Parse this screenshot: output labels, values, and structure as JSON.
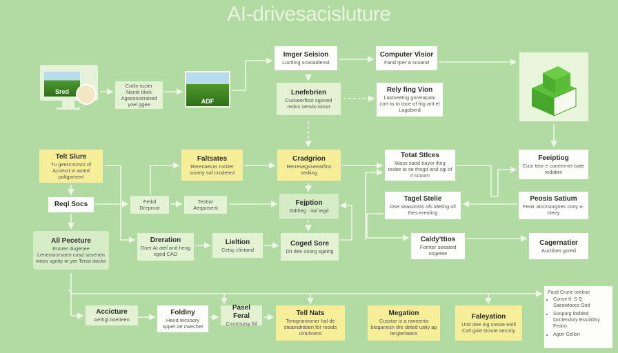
{
  "title": "AI-drivesacisluture",
  "top": {
    "monitor_label": "Sred",
    "intro_box": {
      "text": "Cotlie tucler Noctir tikek Agsococeraned yoel ggee"
    },
    "field_image_label": "ADF",
    "imger_seision": {
      "title": "Imger Seision",
      "text": "Loctting scooaidenst"
    },
    "computer_visior": {
      "title": "Computer Visior",
      "text": "Fand rper a scoand"
    },
    "lnefebrien": {
      "title": "Lnefebrien",
      "text": "Cusseerfisst sgoned redos senvio toisst"
    },
    "rely_fing_vion": {
      "title": "Rely fing Vion",
      "text": "Lastseetng gorerapatu cort to to toce of fng arit el Lagoberd"
    }
  },
  "middle": {
    "telt_slure": {
      "title": "Telt Slure",
      "text": "Tu geenrncrsrs of Acoecrt w aoted poligoment"
    },
    "faltsates": {
      "title": "Faltsates",
      "text": "Rerenaecer roctter sosety sof crodeted"
    },
    "cradgrion": {
      "title": "Cradgrion",
      "text": "Rerresegsseearfins sediing"
    },
    "totat_stlces": {
      "title": "Totat Stlces",
      "text": "Wass saod eayor ifing teobe to se thogd and cgi of it scoom"
    },
    "feeiptiog": {
      "title": "Feeiptiog",
      "text": "Cusr teor e coneerner bate redabrn"
    },
    "reql_socs": {
      "title": "Reql Socs"
    },
    "fetbil": {
      "title": "Fetbil",
      "text": "Dreproot"
    },
    "testtar": {
      "title": "Testtar",
      "text": "Aeqposent"
    },
    "fejption": {
      "title": "Fejption",
      "text": "Gdtheg : ital tegd"
    },
    "tagel_stelie": {
      "title": "Tagel Stelie",
      "text": "Ose seasonsts ofs ideting oll thes ereoling"
    },
    "peosis_satium": {
      "title": "Peosis Satium",
      "text": "Feoir atccrsorgnes cosy a-cteiry"
    },
    "all_peceture": {
      "title": "All Peceture",
      "text": "Enorer dugenee Leneosrsrsoen cosd sosenen wiers sgeity ot yre Tenst docke"
    },
    "dreration": {
      "title": "Dreration",
      "text": "Doer At atel and heog oged CAD"
    },
    "lieltion": {
      "title": "Lieltion",
      "text": "Cetsy clintand"
    },
    "coged_sore": {
      "title": "Coged Sore",
      "text": "Dit dee ooorg sgeing"
    },
    "caldy_ttios": {
      "title": "Caldy'ttios",
      "text": "Fomter seeatod osgetee"
    },
    "cagernatier": {
      "title": "Cagernatier",
      "text": "Aucliloer gored"
    }
  },
  "bottom": {
    "accicture": {
      "title": "Accicture",
      "text": "Aethgi tioetieen"
    },
    "folding": {
      "title": "Foldiny",
      "text": "Heod tecsoory sppet oe cwechet"
    },
    "pasel_feral": {
      "title": "Pasel Feral",
      "text": "Cmnrtsosy fitl"
    },
    "tell_nats": {
      "title": "Tell Nats",
      "text": "Terograneoner hal de steamdratien for rooids cirtuhners"
    },
    "megation": {
      "title": "Megation",
      "text": "Cusstar is a raneenta bioganesn dre deted ualiy ap tergiertaters"
    },
    "faleyation": {
      "title": "Faleyation",
      "text": "Urid dee ing sreste eotil Cxtl gnie Goote secntiy"
    },
    "list_box": {
      "heading": "Pasd Crune tolctiue",
      "items": [
        "Conse tf: S Q Saeowtoocs Ood",
        "Sooparg Ibdlded Doctendory Bssoldtsy Fedoo",
        "Agter Gellon"
      ]
    }
  }
}
